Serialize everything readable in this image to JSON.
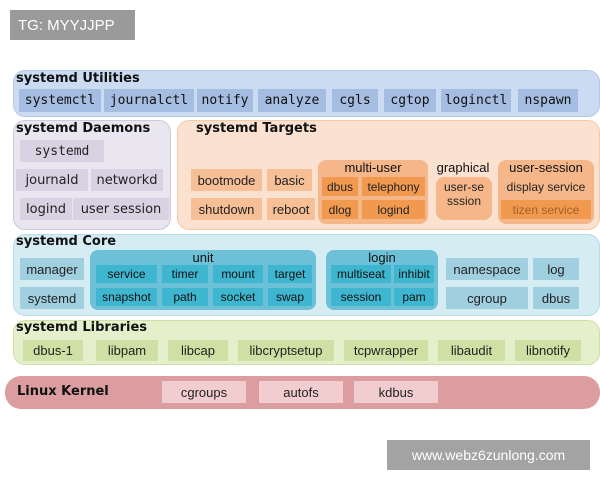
{
  "watermark_top": "TG: MYYJJPP",
  "watermark_bottom": "www.webz6zunlong.com",
  "utilities": {
    "title": "systemd Utilities",
    "items": [
      "systemctl",
      "journalctl",
      "notify",
      "analyze",
      "cgls",
      "cgtop",
      "loginctl",
      "nspawn"
    ]
  },
  "daemons": {
    "title": "systemd Daemons",
    "items": [
      "systemd",
      "journald",
      "networkd",
      "logind",
      "user session"
    ]
  },
  "targets": {
    "title": "systemd Targets",
    "items": [
      "bootmode",
      "basic",
      "shutdown",
      "reboot"
    ],
    "multi_user": {
      "title": "multi-user",
      "items": [
        "dbus",
        "telephony",
        "dlog",
        "logind"
      ]
    },
    "graphical": {
      "title": "graphical",
      "items": [
        "user-sesssion"
      ]
    },
    "user_session": {
      "title": "user-session",
      "items": [
        "display service",
        "tizen service"
      ]
    }
  },
  "core": {
    "title": "systemd Core",
    "left": [
      "manager",
      "systemd"
    ],
    "unit": {
      "title": "unit",
      "items": [
        "service",
        "timer",
        "mount",
        "target",
        "snapshot",
        "path",
        "socket",
        "swap"
      ]
    },
    "login": {
      "title": "login",
      "items": [
        "multiseat",
        "inhibit",
        "session",
        "pam"
      ]
    },
    "right": [
      "namespace",
      "log",
      "cgroup",
      "dbus"
    ]
  },
  "libraries": {
    "title": "systemd Libraries",
    "items": [
      "dbus-1",
      "libpam",
      "libcap",
      "libcryptsetup",
      "tcpwrapper",
      "libaudit",
      "libnotify"
    ]
  },
  "kernel": {
    "title": "Linux Kernel",
    "items": [
      "cgroups",
      "autofs",
      "kdbus"
    ]
  },
  "colors": {
    "utilities": "#a4bde0",
    "daemons": "#d8d2e3",
    "targets": "#f7bf96",
    "targets_dark": "#f19a4f",
    "core": "#a0cfe0",
    "core_unit": "#3fb6cf",
    "libraries": "#cfe0a4",
    "kernel": "#f1cdd0",
    "kernel_panel": "#dc9da0"
  }
}
